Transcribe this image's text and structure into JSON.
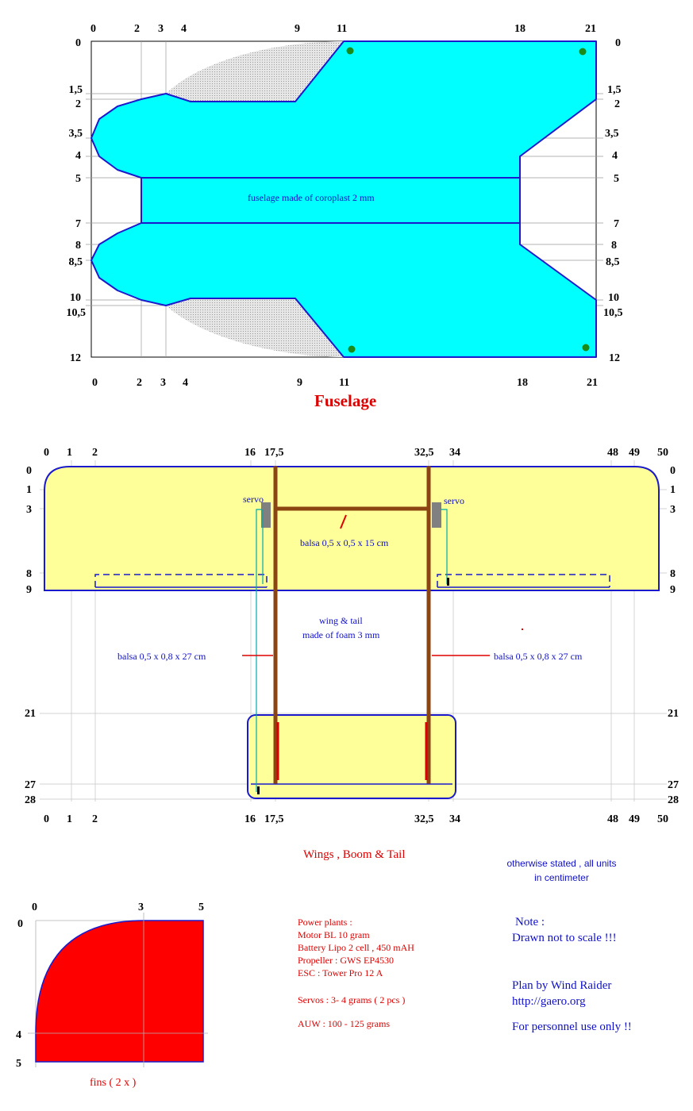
{
  "fuselage": {
    "title": "Fuselage",
    "note": "fuselage made of  coroplast 2 mm",
    "top_ticks": [
      "0",
      "2",
      "3",
      "4",
      "9",
      "11",
      "18",
      "21"
    ],
    "bottom_ticks": [
      "0",
      "2",
      "3",
      "4",
      "9",
      "11",
      "18",
      "21"
    ],
    "left_ticks": [
      "0",
      "1,5",
      "2",
      "3,5",
      "4",
      "5",
      "7",
      "8",
      "8,5",
      "10",
      "10,5",
      "12"
    ],
    "right_ticks": [
      "0",
      "1,5",
      "2",
      "3,5",
      "4",
      "5",
      "7",
      "8",
      "8,5",
      "10",
      "10,5",
      "12"
    ]
  },
  "wings": {
    "title": "Wings , Boom & Tail",
    "top_ticks": [
      "0",
      "1",
      "2",
      "16",
      "17,5",
      "32,5",
      "34",
      "48",
      "49",
      "50"
    ],
    "bottom_ticks": [
      "0",
      "1",
      "2",
      "16",
      "17,5",
      "32,5",
      "34",
      "48",
      "49",
      "50"
    ],
    "left_ticks": [
      "0",
      "1",
      "3",
      "8",
      "9",
      "21",
      "27",
      "28"
    ],
    "right_ticks": [
      "0",
      "1",
      "3",
      "8",
      "9",
      "21",
      "27",
      "28"
    ],
    "servo_left": "servo",
    "servo_right": "servo",
    "cross_balsa": "balsa 0,5 x 0,5 x 15 cm",
    "material_line1": "wing & tail",
    "material_line2": "made of foam  3 mm",
    "balsa_left": "balsa 0,5 x 0,8 x 27  cm",
    "balsa_right": "balsa 0,5 x 0,8 x 27  cm"
  },
  "units_note": {
    "line1": "otherwise stated ,  all units",
    "line2": "in centimeter"
  },
  "fins": {
    "label": "fins  ( 2 x )",
    "top_ticks": [
      "0",
      "3",
      "5"
    ],
    "left_ticks": [
      "0",
      "4",
      "5"
    ]
  },
  "power": {
    "heading": "Power plants :",
    "lines": [
      "Motor BL 10 gram",
      "Battery Lipo 2 cell , 450 mAH",
      "Propeller : GWS EP4530",
      "ESC : Tower Pro 12 A"
    ],
    "servos": "Servos : 3- 4 grams ( 2 pcs )",
    "auw": "AUW : 100 - 125 grams"
  },
  "info": {
    "note_heading": "Note :",
    "note_text": "Drawn not to scale !!!",
    "plan_by": "Plan by Wind Raider",
    "url": "http://gaero.org",
    "personal": "For personnel use only !!"
  },
  "colors": {
    "fuselage_fill": "#00ffff",
    "wing_fill": "#ffff99",
    "outline": "#1a1acc",
    "balsa": "#8b4513",
    "fin": "#ff0000",
    "shadow": "#c8c8c8"
  }
}
